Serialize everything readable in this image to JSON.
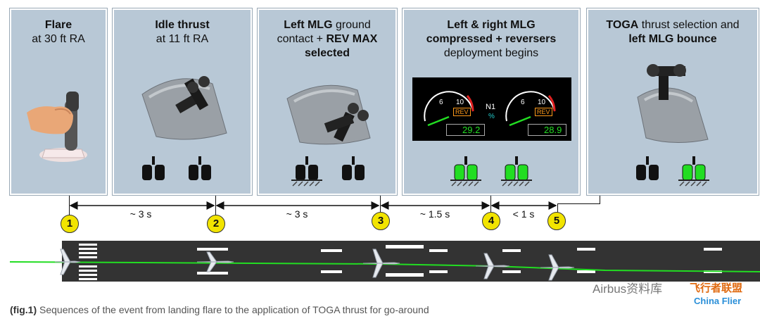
{
  "panels": [
    {
      "id": "flare",
      "title_lines": [
        [
          {
            "t": "Flare",
            "b": true
          }
        ],
        [
          {
            "t": "at 30 ft RA",
            "b": false
          }
        ]
      ]
    },
    {
      "id": "idle",
      "title_lines": [
        [
          {
            "t": "Idle thrust",
            "b": true
          }
        ],
        [
          {
            "t": "at 11 ft RA",
            "b": false
          }
        ]
      ]
    },
    {
      "id": "contact",
      "title_lines": [
        [
          {
            "t": "Left MLG",
            "b": true
          },
          {
            "t": " ground",
            "b": false
          }
        ],
        [
          {
            "t": "contact + ",
            "b": false
          },
          {
            "t": "REV MAX",
            "b": true
          }
        ],
        [
          {
            "t": "selected",
            "b": true
          }
        ]
      ]
    },
    {
      "id": "compressed",
      "title_lines": [
        [
          {
            "t": "Left & right MLG",
            "b": true
          }
        ],
        [
          {
            "t": "compressed + reversers",
            "b": true
          }
        ],
        [
          {
            "t": "deployment begins",
            "b": false
          }
        ]
      ]
    },
    {
      "id": "toga",
      "title_lines": [
        [
          {
            "t": "TOGA",
            "b": true
          },
          {
            "t": " thrust selection and",
            "b": false
          }
        ],
        [
          {
            "t": "left MLG bounce",
            "b": true
          }
        ]
      ]
    }
  ],
  "gauges": {
    "left": {
      "scale_6": "6",
      "scale_10": "10",
      "rev": "REV",
      "value": "29.2"
    },
    "right": {
      "scale_6": "6",
      "scale_10": "10",
      "rev": "REV",
      "value": "28.9"
    },
    "n1_label": "N1",
    "n1_unit": "%"
  },
  "steps": [
    "1",
    "2",
    "3",
    "4",
    "5"
  ],
  "durations": [
    "~ 3 s",
    "~ 3 s",
    "~ 1.5 s",
    "< 1 s"
  ],
  "caption": {
    "fig": "(fig.1)",
    "text": " Sequences of the event from landing flare to the application of TOGA thrust for go-around"
  },
  "watermark": {
    "left": "Airbus资料库",
    "right": "飞行者联盟",
    "sub": "China Flier"
  },
  "colors": {
    "panel": "#b8c8d6",
    "gear_green": "#22dd22",
    "step_yellow": "#f2e400",
    "trajectory": "#22dd22",
    "runway": "#333333"
  }
}
